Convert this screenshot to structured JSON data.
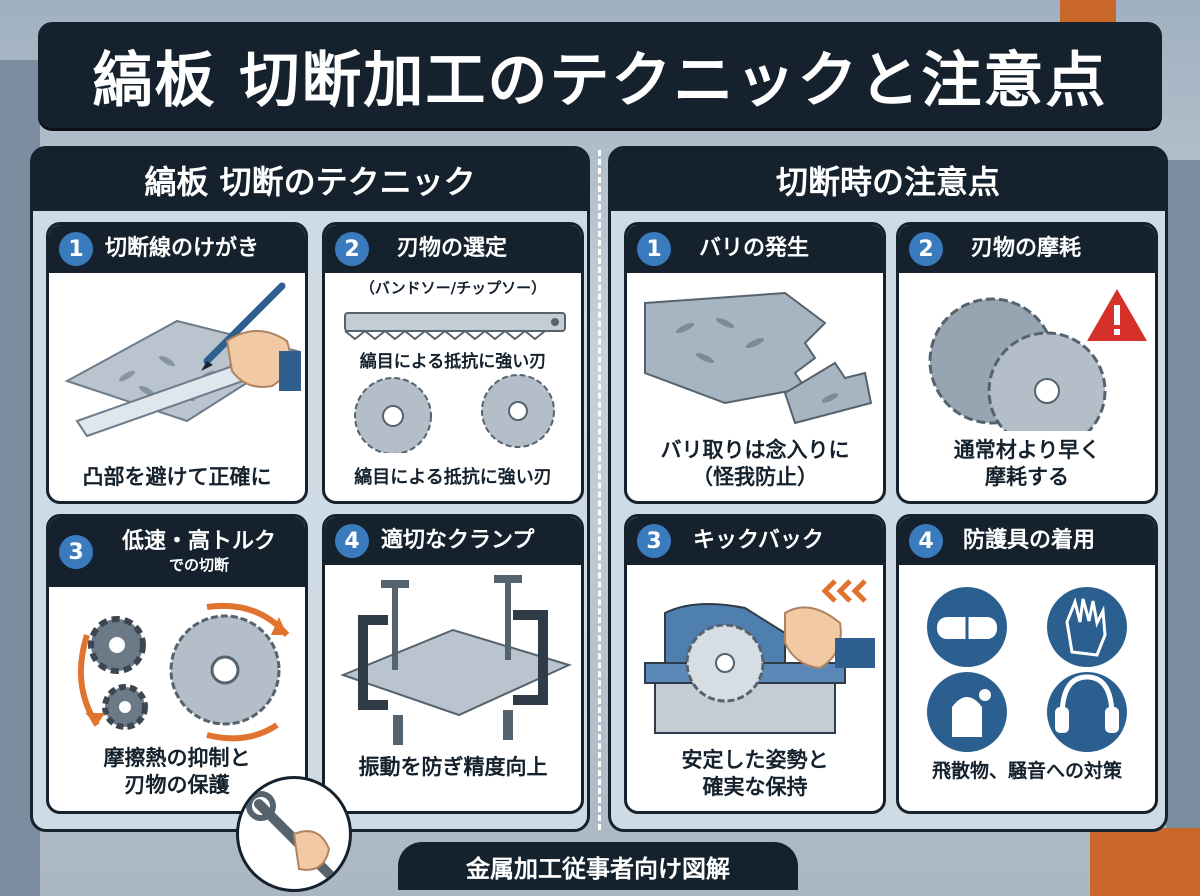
{
  "title": "縞板 切断加工のテクニックと注意点",
  "left_panel": {
    "heading": "縞板 切断のテクニック",
    "cards": [
      {
        "num": "1",
        "title": "切断線のけがき",
        "caption": "凸部を避けて正確に"
      },
      {
        "num": "2",
        "title": "刃物の選定",
        "subtitle": "（バンドソー/チップソー）",
        "mid_label": "縞目による抵抗に強い刃",
        "caption": "縞目による抵抗に強い刃"
      },
      {
        "num": "3",
        "title": "低速・高トルク",
        "subtitle": "での切断",
        "caption_line1": "摩擦熱の抑制と",
        "caption_line2": "刃物の保護"
      },
      {
        "num": "4",
        "title": "適切なクランプ",
        "caption": "振動を防ぎ精度向上"
      }
    ]
  },
  "right_panel": {
    "heading": "切断時の注意点",
    "cards": [
      {
        "num": "1",
        "title": "バリの発生",
        "caption_line1": "バリ取りは念入りに",
        "caption_line2": "（怪我防止）"
      },
      {
        "num": "2",
        "title": "刃物の摩耗",
        "caption_line1": "通常材より早く",
        "caption_line2": "摩耗する"
      },
      {
        "num": "3",
        "title": "キックバック",
        "caption_line1": "安定した姿勢と",
        "caption_line2": "確実な保持"
      },
      {
        "num": "4",
        "title": "防護具の着用",
        "caption": "飛散物、騒音への対策"
      }
    ]
  },
  "footer": "金属加工従事者向け図解",
  "colors": {
    "navy": "#15222e",
    "accent_blue": "#3a7bbd",
    "warning_red": "#d6302b",
    "orange": "#e0732e",
    "steel": "#a7b4c1"
  },
  "icons": [
    "pencil-icon",
    "ruler-icon",
    "band-saw-blade-icon",
    "circular-saw-blade-icon",
    "gear-icon",
    "rotation-arrow-icon",
    "clamp-icon",
    "burr-plate-icon",
    "warning-icon",
    "table-saw-icon",
    "hand-icon",
    "goggles-icon",
    "gloves-icon",
    "earplug-icon",
    "earmuff-icon",
    "wrench-icon"
  ]
}
